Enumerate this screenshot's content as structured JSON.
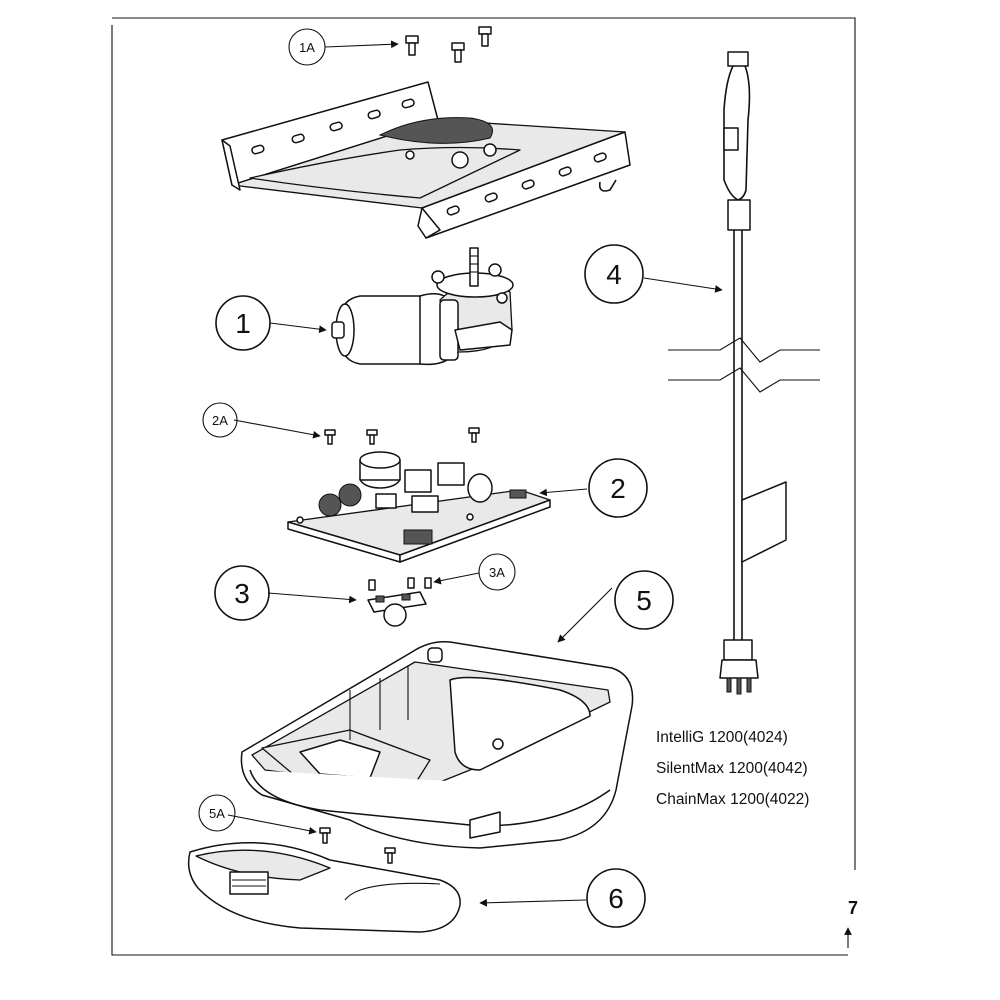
{
  "callouts": {
    "c1": "1",
    "c1a": "1A",
    "c2": "2",
    "c2a": "2A",
    "c3": "3",
    "c3a": "3A",
    "c4": "4",
    "c5": "5",
    "c5a": "5A",
    "c6": "6"
  },
  "models": [
    "IntelliG 1200(4024)",
    "SilentMax 1200(4042)",
    "ChainMax 1200(4022)"
  ],
  "page_number": "7"
}
